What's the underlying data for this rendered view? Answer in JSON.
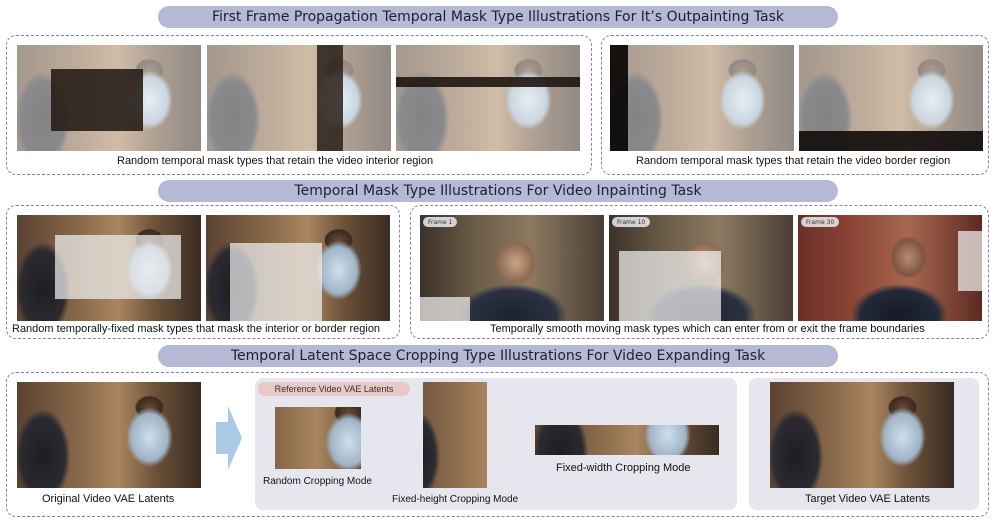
{
  "sections": {
    "outpainting": {
      "title": "First Frame Propagation Temporal Mask Type Illustrations For It’s Outpainting Task",
      "caption_interior": "Random temporal mask types that retain the video interior region",
      "caption_border": "Random temporal mask types that retain the video border region"
    },
    "inpainting": {
      "title": "Temporal Mask Type Illustrations For Video Inpainting Task",
      "caption_fixed": "Random temporally-fixed mask types that mask the interior or border region",
      "caption_moving": "Temporally smooth moving mask types which can enter from or exit the frame boundaries",
      "frame_tags": [
        "Frame 1",
        "Frame 10",
        "Frame 30"
      ]
    },
    "expanding": {
      "title": "Temporal Latent Space Cropping Type Illustrations For Video Expanding Task",
      "original_caption": "Original Video VAE Latents",
      "reference_label": "Reference Video VAE Latents",
      "random_crop": "Random Cropping Mode",
      "fixed_height": "Fixed-height Cropping Mode",
      "fixed_width": "Fixed-width Cropping Mode",
      "target_caption": "Target Video VAE Latents"
    }
  },
  "colors": {
    "banner": "#b6b9d6",
    "dashed_border": "#8a7bb5",
    "gray_panel": "#e6e7ee",
    "reference_pill": "#e8c9c6",
    "arrow": "#a9cbe8"
  }
}
